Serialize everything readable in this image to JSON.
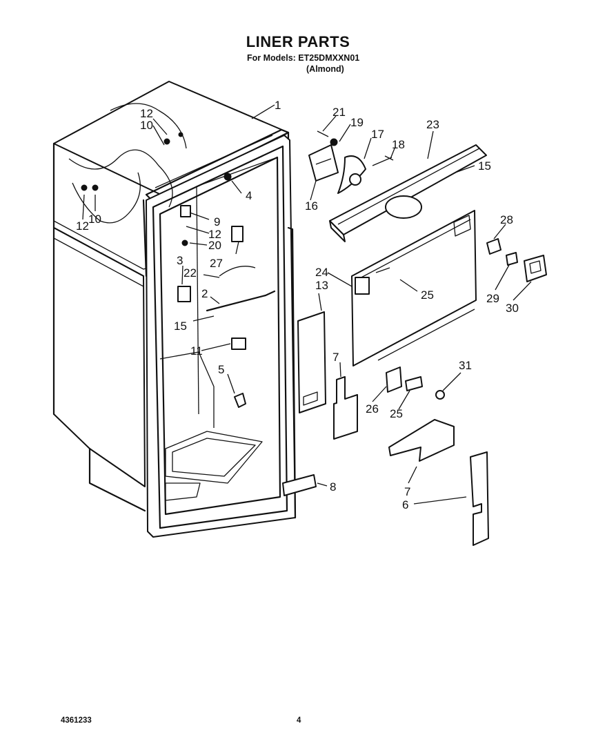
{
  "header": {
    "title": "LINER PARTS",
    "models": "For Models: ET25DMXXN01",
    "variant": "(Almond)"
  },
  "footer": {
    "doc_number": "4361233",
    "page_number": "4"
  },
  "callouts": [
    "1",
    "2",
    "3",
    "4",
    "5",
    "6",
    "7",
    "7",
    "8",
    "9",
    "10",
    "10",
    "11",
    "12",
    "12",
    "12",
    "13",
    "15",
    "15",
    "16",
    "17",
    "18",
    "19",
    "20",
    "21",
    "22",
    "23",
    "24",
    "25",
    "25",
    "26",
    "27",
    "28",
    "29",
    "30",
    "31"
  ]
}
